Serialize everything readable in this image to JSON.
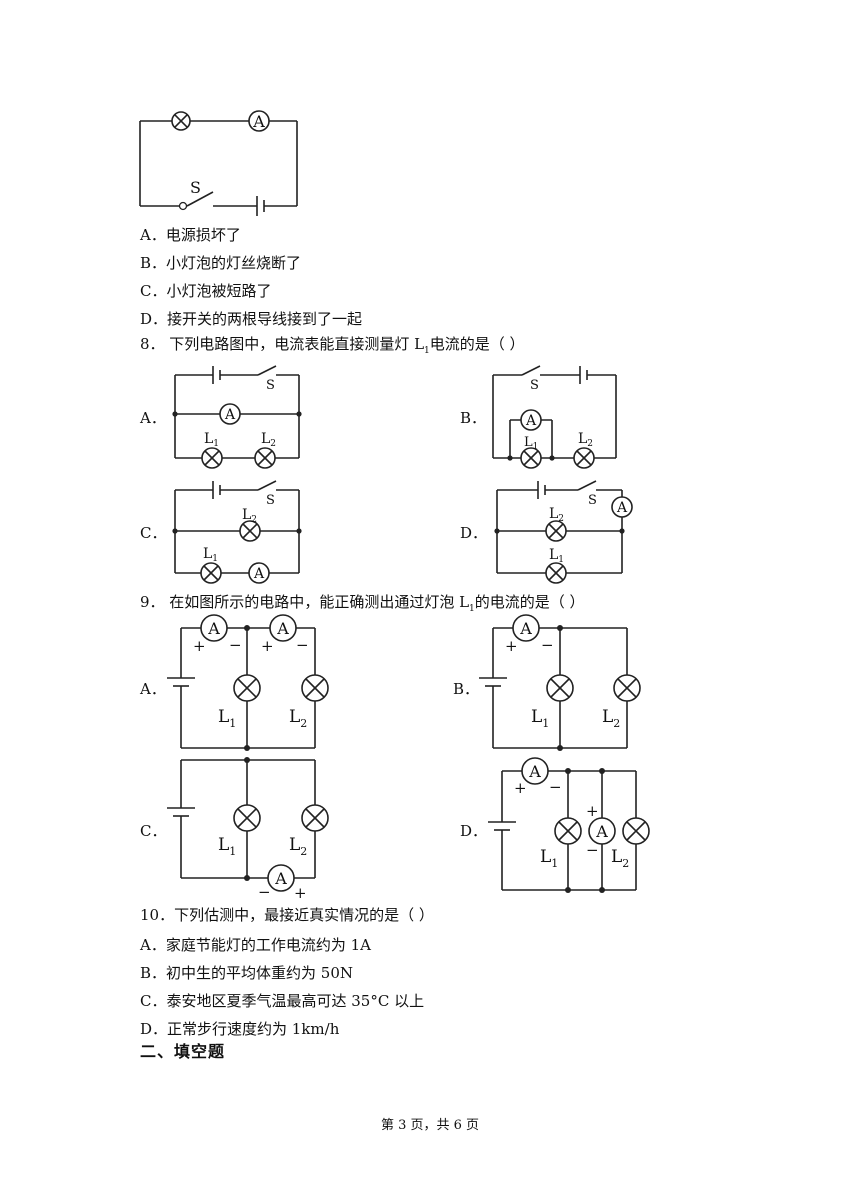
{
  "q7": {
    "figure": {
      "switch_label": "S",
      "meter_symbol": "A"
    },
    "options": [
      "A．电源损坏了",
      "B．小灯泡的灯丝烧断了",
      "C．小灯泡被短路了",
      "D．接开关的两根导线接到了一起"
    ]
  },
  "q8": {
    "stem": "8．  下列电路图中，电流表能直接测量灯 L",
    "stem_sub": "1",
    "stem_tail": "电流的是（        ）",
    "option_letters": [
      "A．",
      "B．",
      "C．",
      "D．"
    ],
    "labels": {
      "switch": "S",
      "meter": "A",
      "lamp": "L",
      "sub1": "1",
      "sub2": "2"
    }
  },
  "q9": {
    "stem": "9．  在如图所示的电路中，能正确测出通过灯泡 L",
    "stem_sub": "1",
    "stem_tail": "的电流的是（        ）",
    "option_letters": [
      "A．",
      "B．",
      "C．",
      "D．"
    ],
    "labels": {
      "meter": "A",
      "plus": "+",
      "minus": "−",
      "lamp": "L",
      "sub1": "1",
      "sub2": "2"
    }
  },
  "q10": {
    "stem": "10．下列估测中，最接近真实情况的是（        ）",
    "options": [
      "A．家庭节能灯的工作电流约为 1A",
      "B．初中生的平均体重约为 50N",
      "C．泰安地区夏季气温最高可达 35°C 以上",
      "D．正常步行速度约为 1km/h"
    ]
  },
  "section_heading": "二、填空题",
  "footer": "第 3 页，共 6 页"
}
